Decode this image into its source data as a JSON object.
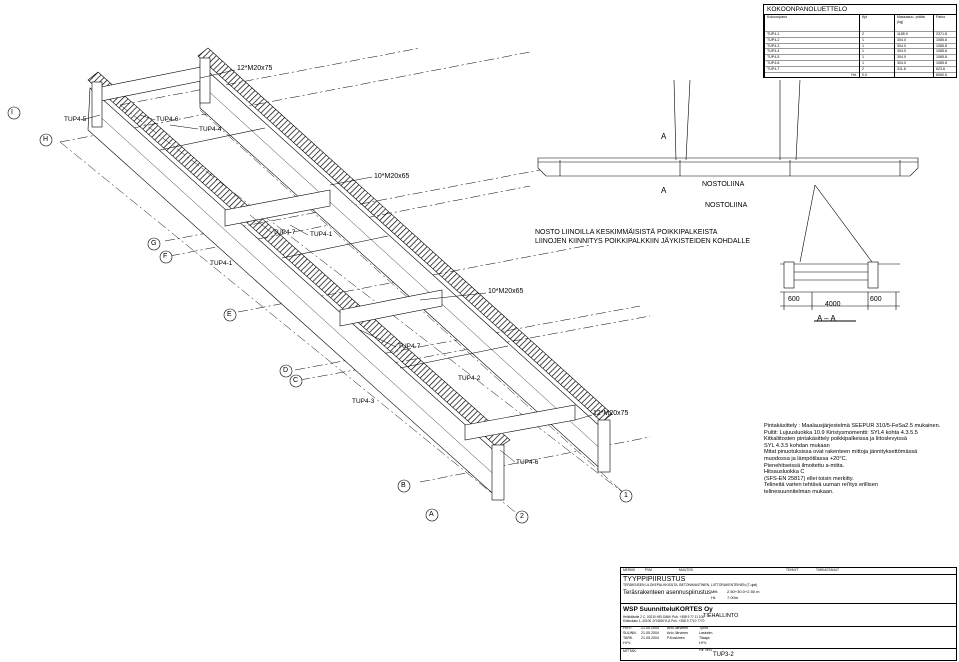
{
  "parts_list": {
    "title": "KOKOONPANOLUETTELO",
    "headers": [
      "Kokoonpano",
      "Kpl",
      "Massasuu- prätta (kg)",
      "Paino"
    ],
    "rows": [
      [
        "TUP4-1",
        "2",
        "1185.9",
        "2371.8"
      ],
      [
        "TUP4-2",
        "1",
        "304.0",
        "1085.8"
      ],
      [
        "TUP4-3",
        "1",
        "304.0",
        "1085.8"
      ],
      [
        "TUP4-4",
        "1",
        "304.0",
        "1085.8"
      ],
      [
        "TUP4-5",
        "1",
        "304.0",
        "1085.8"
      ],
      [
        "TUP4-6",
        "1",
        "304.0",
        "1085.8"
      ],
      [
        "TUP4-7",
        "2",
        "311.8",
        "623.6"
      ]
    ],
    "total_label": "Yht.",
    "total_qty": "0.0",
    "total_weight": "8060.6"
  },
  "drawing": {
    "bolt_labels": [
      "12*M20x75",
      "10*M20x65",
      "10*M20x65",
      "12*M20x75"
    ],
    "part_labels": [
      "TUP4-5",
      "TUP4-6",
      "TUP4-4",
      "TUP4-7",
      "TUP4-1",
      "TUP4-1",
      "TUP4-7",
      "TUP4-2",
      "TUP4-3",
      "TUP4-6"
    ],
    "grid_labels": [
      "I",
      "H",
      "G",
      "F",
      "E",
      "D",
      "C",
      "B",
      "A",
      "1",
      "2"
    ],
    "lifting_note_1": "NOSTO LIINOILLA KESKIMMÄISISTÄ POIKKIPALKEISTA",
    "lifting_note_2": "LIINOJEN KIINNITYS POIKKIPALKKIIN JÄYKISTEIDEN KOHDALLE",
    "section_mark": "A",
    "section_title": "A – A",
    "lifting_sling_1": "NOSTOLIINA",
    "lifting_sling_2": "NOSTOLIINA",
    "dim_left": "600",
    "dim_mid": "4000",
    "dim_right": "600"
  },
  "notes": [
    "Pintakäsittely : Maalausjärjestelmä SEEPUR 310/5-FeSa2.5 mukainen.",
    "Pultit: Lujuusluokka 10.9     Kiristysmomentti: SYL4 kohta 4.3.5.5",
    "Kitkaliitosten pintakäsittely poikkipalkeissa ja liitoslevyissä",
    "SYL 4.3.5 kohdan mukaan",
    "Mitat pinuotuksissa ovat rakenteen mittoja jännityksettömässä",
    "muodossa ja lämpötilassa +20°C.",
    "Pienehitseissä ilmoitettu a-mitta.",
    "Hitsausluokka C",
    "(SFS-EN 25817) ellei toisin merkitty.",
    "Telineitä varten tehtävä uuman rei'itys erillisen",
    "telinesuunnitelman mukaan."
  ],
  "title_block": {
    "rev_headers": [
      "MERKKI",
      "PVM",
      "MUUTOS",
      "TEHNYT",
      "TARKASTANUT"
    ],
    "title": "TYYPPIPIIRUSTUS",
    "subtitle": "TERÄKSISEN ULOKEPALKKISILTA, BETONIKANTINEN, LIITTORAKENTEINEN (T-ujat)",
    "drawing_name": "Teräsrakenteen asennuspiirustus",
    "scale_label": "Mitt.",
    "scale_value": "2.50+30.0+2.50 m",
    "hl_label": "HL",
    "hl_value": "7.00m",
    "company": "WSP SuunnitteluKORTES Oy",
    "company_address_1": "Heikkiläntie 2 C, 00210 HELSINKI  Puh. +358 9 77 11 100",
    "company_address_2": "Kirkkokatu 1, 40100 JYVÄSKYLÄ  Puh. +358 9 7710 7770",
    "client": "TIEHALLINTO",
    "sign_rows": [
      [
        "PIIRT.",
        "21.05.2004",
        "Arto Järvinen"
      ],
      [
        "SUUNN.",
        "21.05.2004",
        "Arto Järvinen"
      ],
      [
        "TARK.",
        "21.05.2004",
        "P.Koskinen"
      ],
      [
        "HYV.",
        "",
        ""
      ]
    ],
    "right_labels": [
      "Työnr.",
      "Laskelm.",
      "Tilaaja",
      "HYV."
    ],
    "drawing_no_label": "Piir. NRO",
    "drawing_no": "TUP3-2",
    "bottom_left": "MITTAK."
  }
}
